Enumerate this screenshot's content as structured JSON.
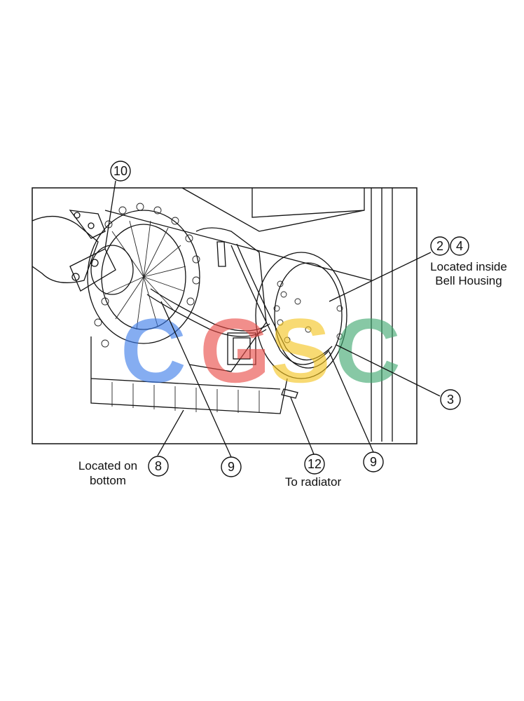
{
  "callouts": [
    {
      "id": "c10",
      "num": "10"
    },
    {
      "id": "c2",
      "num": "2"
    },
    {
      "id": "c4",
      "num": "4"
    },
    {
      "id": "c3",
      "num": "3"
    },
    {
      "id": "c8",
      "num": "8"
    },
    {
      "id": "c9a",
      "num": "9"
    },
    {
      "id": "c9b",
      "num": "9"
    },
    {
      "id": "c12",
      "num": "12"
    }
  ],
  "labels": {
    "bell_line1": "Located inside",
    "bell_line2": "Bell Housing",
    "bottom_line1": "Located on",
    "bottom_line2": "bottom",
    "radiator": "To radiator"
  },
  "watermark": {
    "letters": [
      "C",
      "G",
      "S",
      "C"
    ],
    "colors": [
      "#3b7bea",
      "#ea4a45",
      "#f5c51f",
      "#3fa86f"
    ]
  }
}
